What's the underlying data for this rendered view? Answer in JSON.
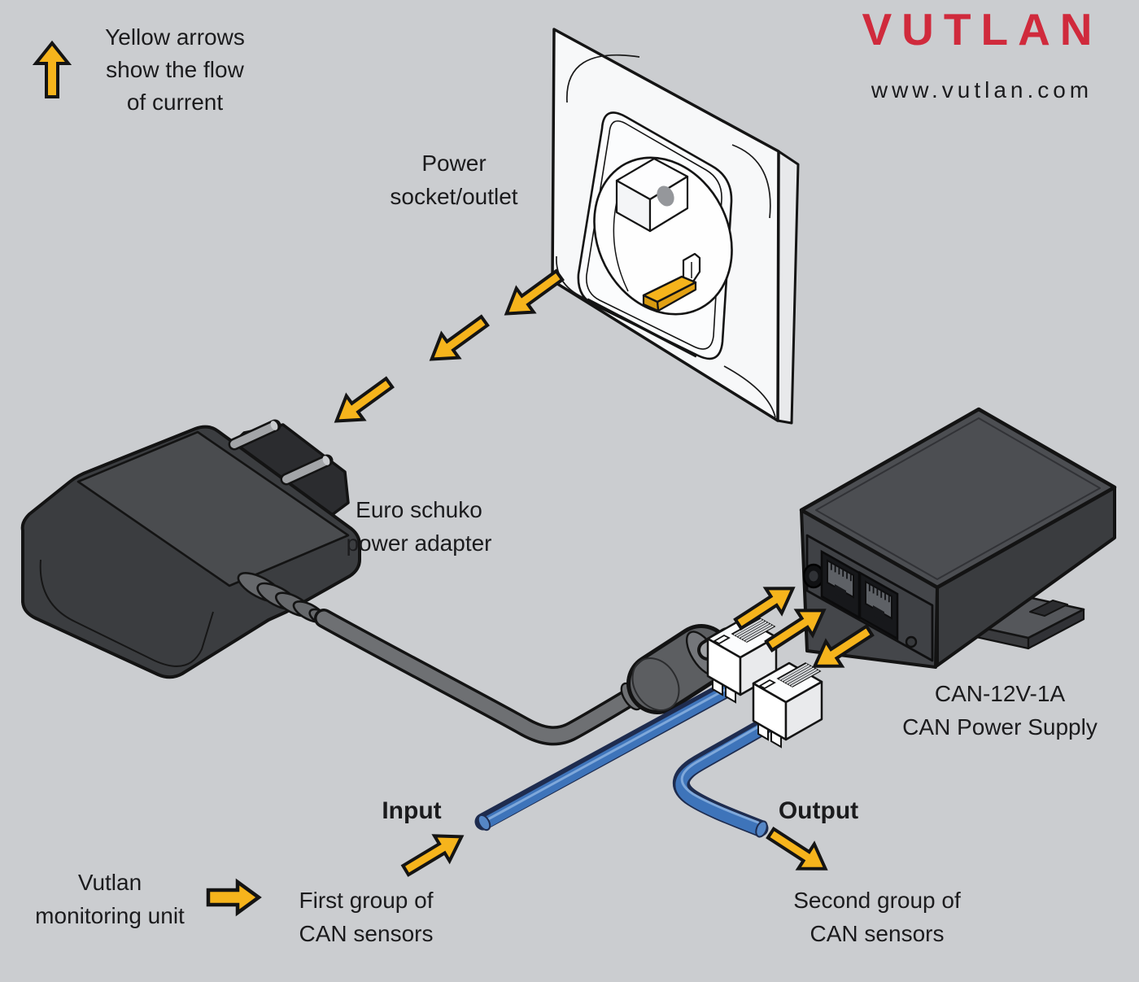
{
  "colors": {
    "background": "#CBCDD0",
    "arrow_yellow": "#F6B41C",
    "brand_red": "#D02A3C",
    "cable_blue": "#3E74BA",
    "text_dark": "#1B1B1D"
  },
  "header": {
    "brand": "VUTLAN",
    "website": "www.vutlan.com"
  },
  "legend": {
    "icon": "up-arrow",
    "lines": [
      "Yellow arrows",
      "show the flow",
      "of current"
    ]
  },
  "labels": {
    "power_socket": {
      "line1": "Power",
      "line2": "socket/outlet"
    },
    "power_adapter": {
      "line1": "Euro schuko",
      "line2": "power adapter"
    },
    "power_supply": {
      "line1": "CAN-12V-1A",
      "line2": "CAN Power Supply"
    },
    "input": "Input",
    "output": "Output",
    "monitoring_unit": {
      "line1": "Vutlan",
      "line2": "monitoring unit"
    },
    "first_group": {
      "line1": "First group of",
      "line2": "CAN sensors"
    },
    "second_group": {
      "line1": "Second group of",
      "line2": "CAN sensors"
    }
  }
}
